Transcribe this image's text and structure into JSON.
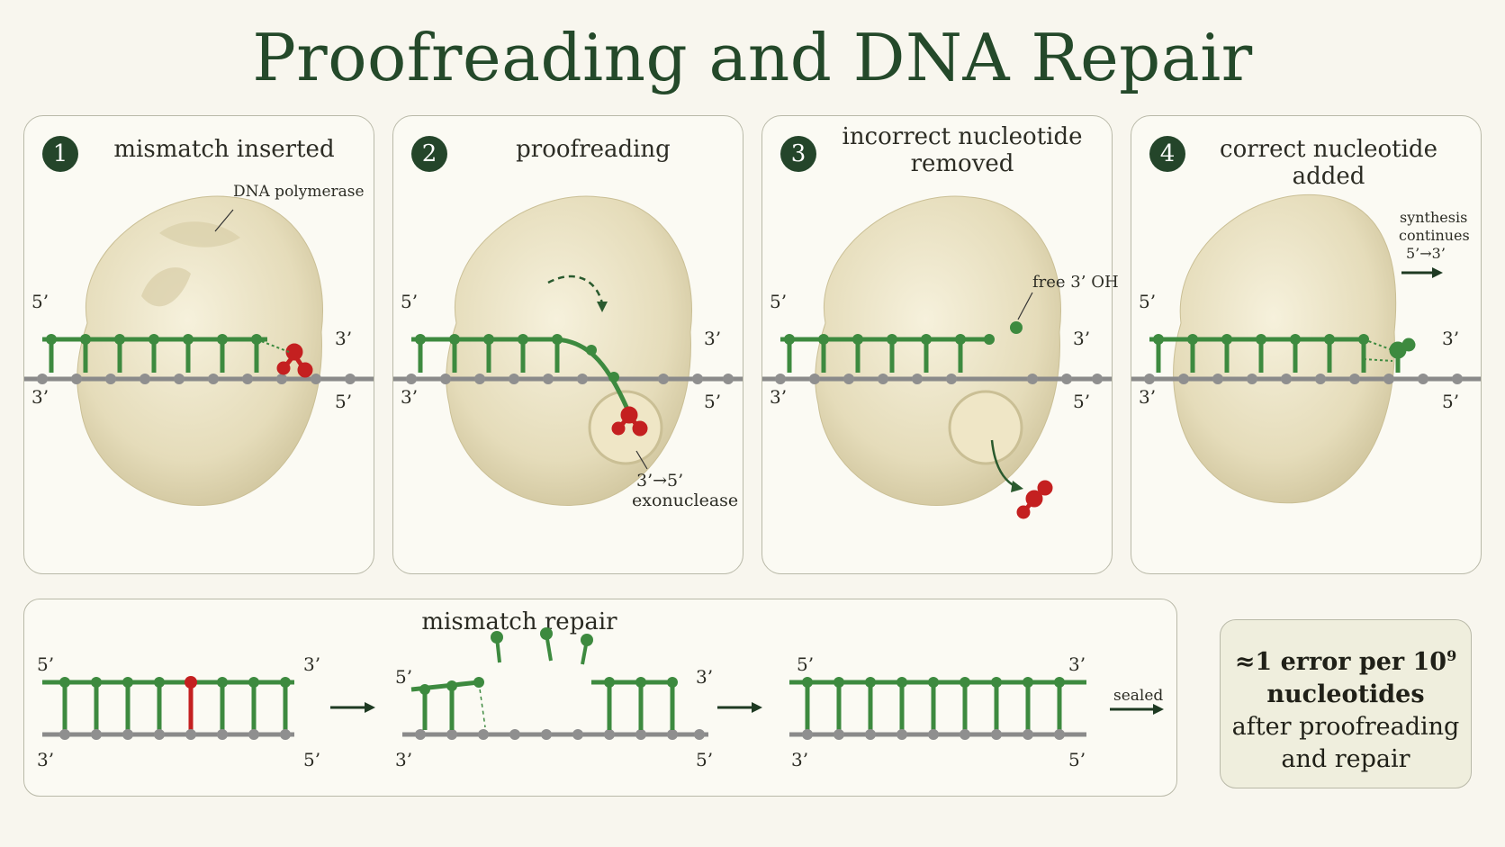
{
  "title": "Proofreading and DNA Repair",
  "panels": [
    {
      "number": "1",
      "label": "mismatch inserted",
      "annotation": "DNA polymerase"
    },
    {
      "number": "2",
      "label": "proofreading",
      "annotation_line1": "3’→5’",
      "annotation_line2": "exonuclease"
    },
    {
      "number": "3",
      "label_line1": "incorrect nucleotide",
      "label_line2": "removed",
      "annotation": "free 3’ OH"
    },
    {
      "number": "4",
      "label": "correct nucleotide added",
      "annotation_line1": "synthesis",
      "annotation_line2": "continues",
      "annotation_line3": "5’→3’"
    }
  ],
  "ends": {
    "five": "5’",
    "three": "3’"
  },
  "repair": {
    "title": "mismatch repair",
    "sealed": "sealed"
  },
  "stat": {
    "line1_prefix": "≈1 error per 10",
    "line1_sup": "9",
    "line2": "nucleotides",
    "line3": "after proofreading",
    "line4": "and repair"
  },
  "colors": {
    "title_green": "#24492a",
    "strand_green": "#3d8a3f",
    "template_gray": "#8a8a8a",
    "mismatch_red": "#c42020",
    "protein": "#e9e2c4"
  }
}
